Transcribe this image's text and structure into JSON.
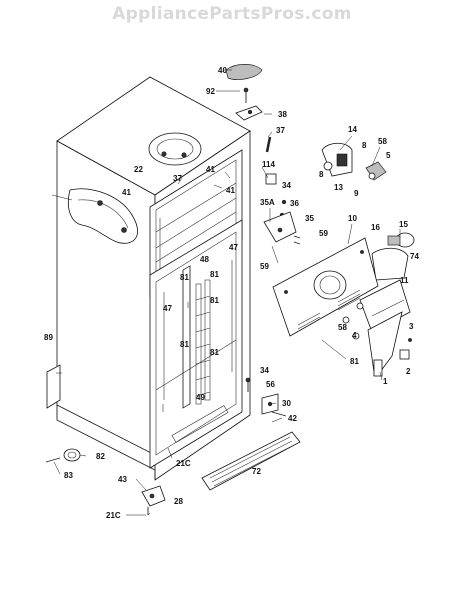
{
  "watermark": "AppliancePartsPros.com",
  "callouts": {
    "c40": "40",
    "c92": "92",
    "c38": "38",
    "c37a": "37",
    "c14": "14",
    "c58a": "58",
    "c8a": "8",
    "c5": "5",
    "c8b": "8",
    "c13": "13",
    "c9": "9",
    "c22": "22",
    "c41a": "41",
    "c114": "114",
    "c37b": "37",
    "c41b": "41",
    "c41c": "41",
    "c34a": "34",
    "c35a": "35A",
    "c36": "36",
    "c35": "35",
    "c10": "10",
    "c15": "15",
    "c16": "16",
    "c74": "74",
    "c59a": "59",
    "c59b": "59",
    "c47a": "47",
    "c48": "48",
    "c81a": "81",
    "c81b": "81",
    "c11": "11",
    "c47b": "47",
    "c81c": "81",
    "c3": "3",
    "c58b": "58",
    "c4": "4",
    "c81d": "81",
    "c81e": "81",
    "c2": "2",
    "c89": "89",
    "c1": "1",
    "c81f": "81",
    "c34b": "34",
    "c56": "56",
    "c30": "30",
    "c49": "49",
    "c42": "42",
    "c82": "82",
    "c21ca": "21C",
    "c72": "72",
    "c43": "43",
    "c83": "83",
    "c28": "28",
    "c21cb": "21C"
  }
}
